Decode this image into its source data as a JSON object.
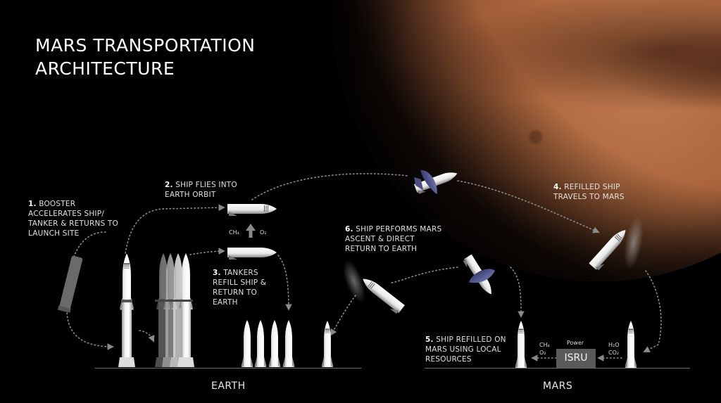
{
  "title": {
    "line1": "MARS TRANSPORTATION",
    "line2": "ARCHITECTURE"
  },
  "steps": [
    {
      "num": "1.",
      "lines": [
        "BOOSTER",
        "ACCELERATES SHIP/",
        "TANKER & RETURNS TO",
        "LAUNCH SITE"
      ]
    },
    {
      "num": "2.",
      "lines": [
        "SHIP FLIES INTO",
        "EARTH ORBIT"
      ]
    },
    {
      "num": "3.",
      "lines": [
        "TANKERS",
        "REFILL SHIP &",
        "RETURN TO",
        "EARTH"
      ]
    },
    {
      "num": "4.",
      "lines": [
        "REFILLED SHIP",
        "TRAVELS TO MARS"
      ]
    },
    {
      "num": "5.",
      "lines": [
        "SHIP REFILLED ON",
        "MARS USING LOCAL",
        "RESOURCES"
      ]
    },
    {
      "num": "6.",
      "lines": [
        "SHIP PERFORMS MARS",
        "ASCENT & DIRECT",
        "RETURN TO EARTH"
      ]
    }
  ],
  "orbit_refuel": {
    "left_chem": "CH₄",
    "right_chem": "O₂"
  },
  "isru": {
    "label": "ISRU",
    "power_label": "Power",
    "inputs": [
      "H₂O",
      "CO₂"
    ],
    "outputs": [
      "CH₄",
      "O₂"
    ]
  },
  "planets": {
    "earth": "EARTH",
    "mars": "MARS"
  },
  "colors": {
    "background": "#000000",
    "mars_surface": "#ab653c",
    "text": "#e0e0e0",
    "isru_box": "#5a5a5a",
    "ground_line": "#6a6a6a",
    "dotted_path": "#8a8a8a"
  }
}
